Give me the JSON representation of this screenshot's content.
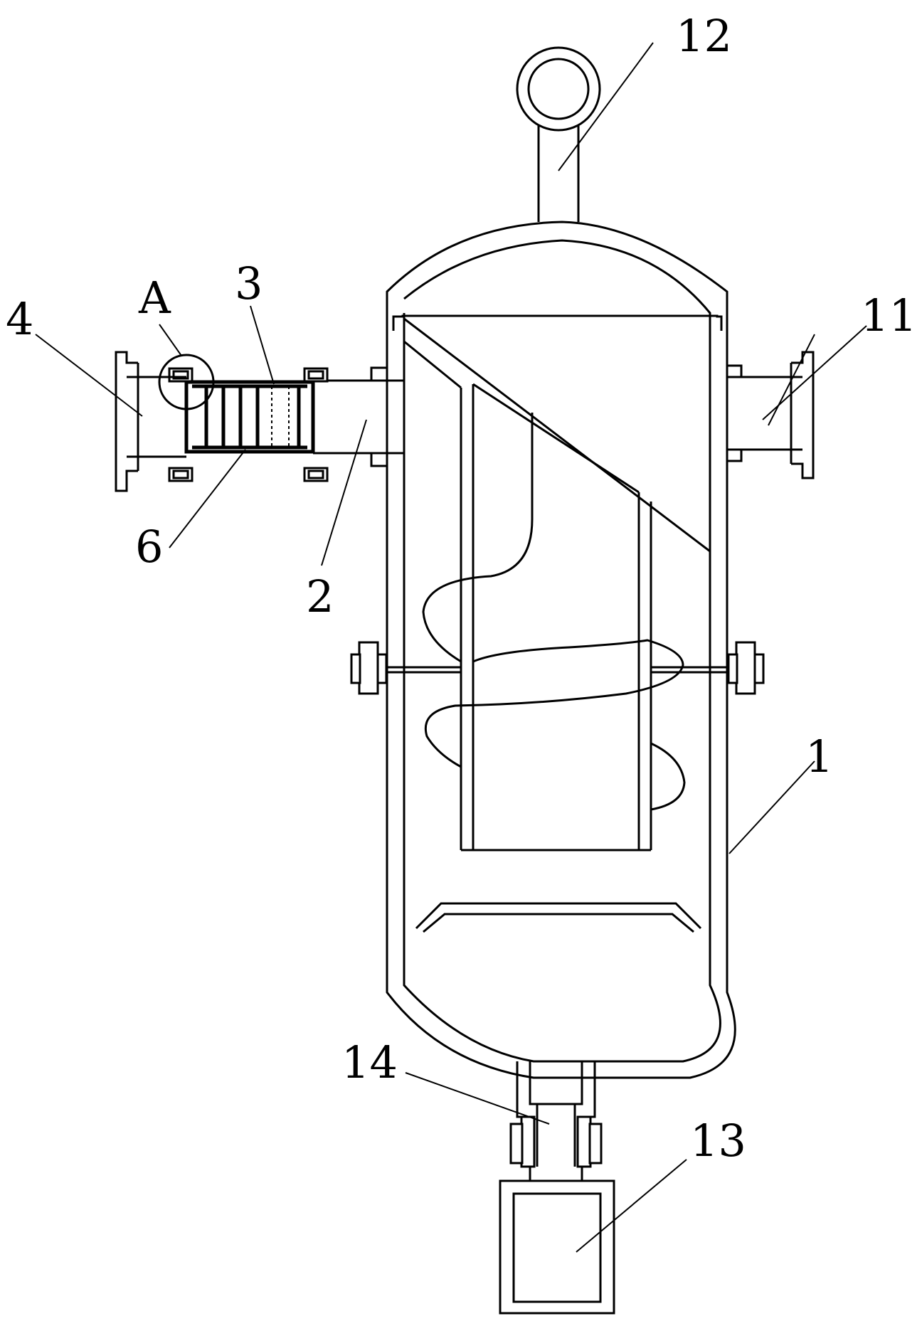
{
  "diagram": {
    "labels": {
      "l1": "1",
      "l2": "2",
      "l3": "3",
      "l4": "4",
      "l6": "6",
      "l11": "11",
      "l12": "12",
      "l13": "13",
      "l14": "14",
      "lA": "A"
    },
    "colors": {
      "line": "#000000",
      "background": "#ffffff"
    }
  }
}
